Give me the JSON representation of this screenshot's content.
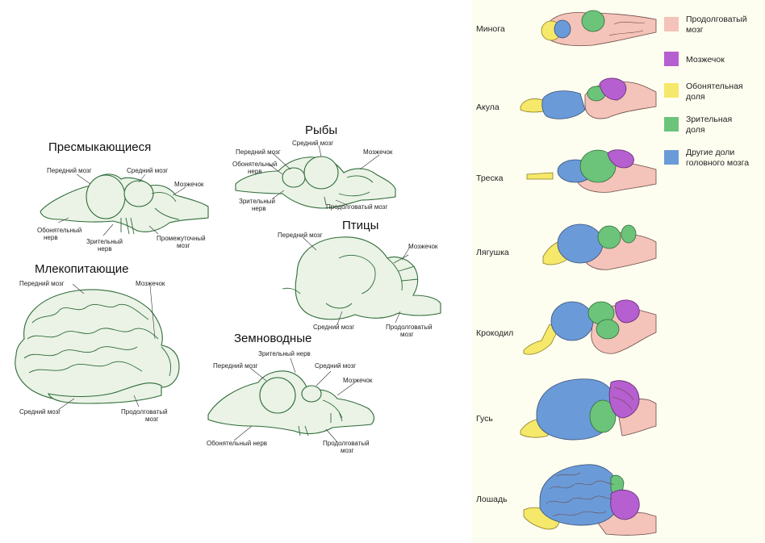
{
  "left": {
    "reptiles": {
      "title": "Пресмыкающиеся",
      "forebrain": "Передний мозг",
      "midbrain": "Средний мозг",
      "cerebellum": "Мозжечок",
      "olfactory_1": "Обонятельный",
      "olfactory_2": "нерв",
      "optic_1": "Зрительный",
      "optic_2": "нерв",
      "diencephalon_1": "Промежуточный",
      "diencephalon_2": "мозг"
    },
    "fish": {
      "title": "Рыбы",
      "midbrain": "Средний мозг",
      "forebrain": "Передний мозг",
      "cerebellum": "Мозжечок",
      "olfactory_1": "Обонятельный",
      "olfactory_2": "нерв",
      "optic_1": "Зрительный",
      "optic_2": "нерв",
      "medulla": "Продолговатый мозг"
    },
    "birds": {
      "title": "Птицы",
      "forebrain": "Передний мозг",
      "cerebellum": "Мозжечок",
      "midbrain": "Средний мозг",
      "medulla_1": "Продолговатый",
      "medulla_2": "мозг"
    },
    "mammals": {
      "title": "Млекопитающие",
      "forebrain": "Передний мозг",
      "cerebellum": "Мозжечок",
      "midbrain": "Средний мозг",
      "medulla_1": "Продолговатый",
      "medulla_2": "мозг"
    },
    "amphibians": {
      "title": "Земноводные",
      "optic": "Зрительный нерв",
      "forebrain": "Передний мозг",
      "midbrain": "Средний мозг",
      "cerebellum": "Мозжечок",
      "olfactory": "Обонятельный нерв",
      "medulla_1": "Продолговатый",
      "medulla_2": "мозг"
    }
  },
  "right": {
    "animals": [
      "Минога",
      "Акула",
      "Треска",
      "Лягушка",
      "Крокодил",
      "Гусь",
      "Лошадь"
    ],
    "legend": [
      {
        "line1": "Продолговатый",
        "line2": "мозг",
        "color": "#f4c3b9"
      },
      {
        "line1": "Мозжечок",
        "line2": "",
        "color": "#b65fd0"
      },
      {
        "line1": "Обонятельная",
        "line2": "доля",
        "color": "#f5e86a"
      },
      {
        "line1": "Зрительная",
        "line2": "доля",
        "color": "#6cc47b"
      },
      {
        "line1": "Другие доли",
        "line2": "головного мозга",
        "color": "#6b9ad8"
      }
    ]
  }
}
